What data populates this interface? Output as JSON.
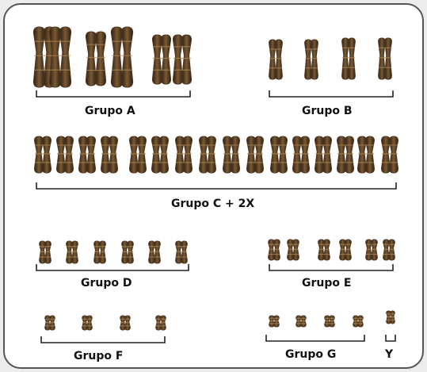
{
  "colors": {
    "chromosome": "#4a3520",
    "chromosome_light": "#b08a55",
    "bracket": "#222222"
  },
  "groups": [
    {
      "id": "A",
      "label": "Grupo A"
    },
    {
      "id": "B",
      "label": "Grupo B"
    },
    {
      "id": "C",
      "label": "Grupo C + 2X"
    },
    {
      "id": "D",
      "label": "Grupo D"
    },
    {
      "id": "E",
      "label": "Grupo E"
    },
    {
      "id": "F",
      "label": "Grupo F"
    },
    {
      "id": "G",
      "label": "Grupo G"
    },
    {
      "id": "Y",
      "label": "Y"
    }
  ]
}
